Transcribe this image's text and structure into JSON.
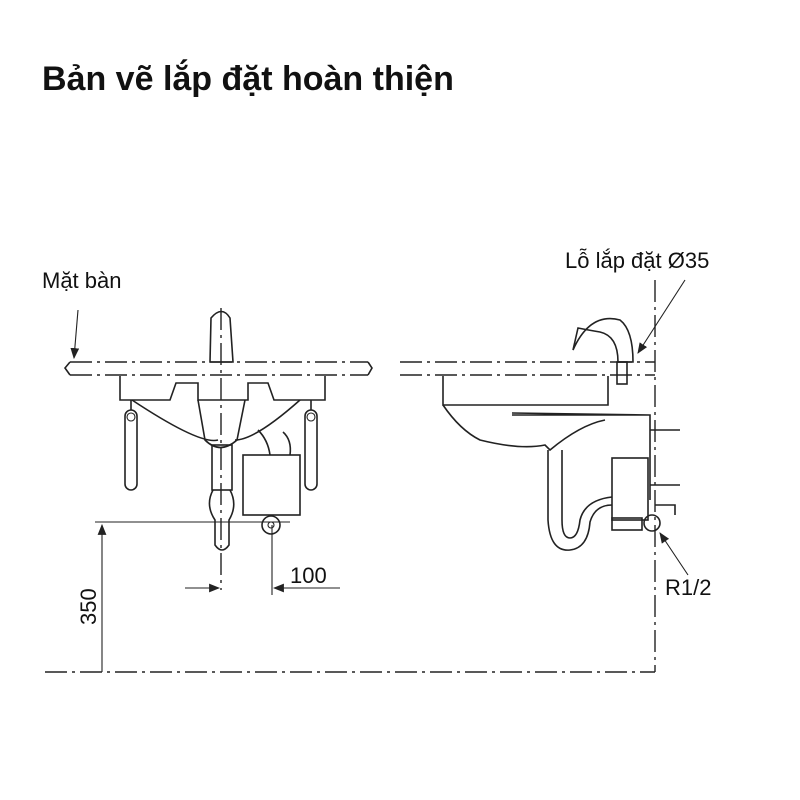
{
  "title": "Bản vẽ lắp đặt hoàn thiện",
  "labels": {
    "countertop": "Mặt bàn",
    "mounting_hole": "Lỗ lắp đặt Ø35",
    "thread": "R1/2",
    "dim_offset": "100",
    "dim_height": "350"
  },
  "colors": {
    "line": "#222222",
    "background": "#ffffff"
  }
}
